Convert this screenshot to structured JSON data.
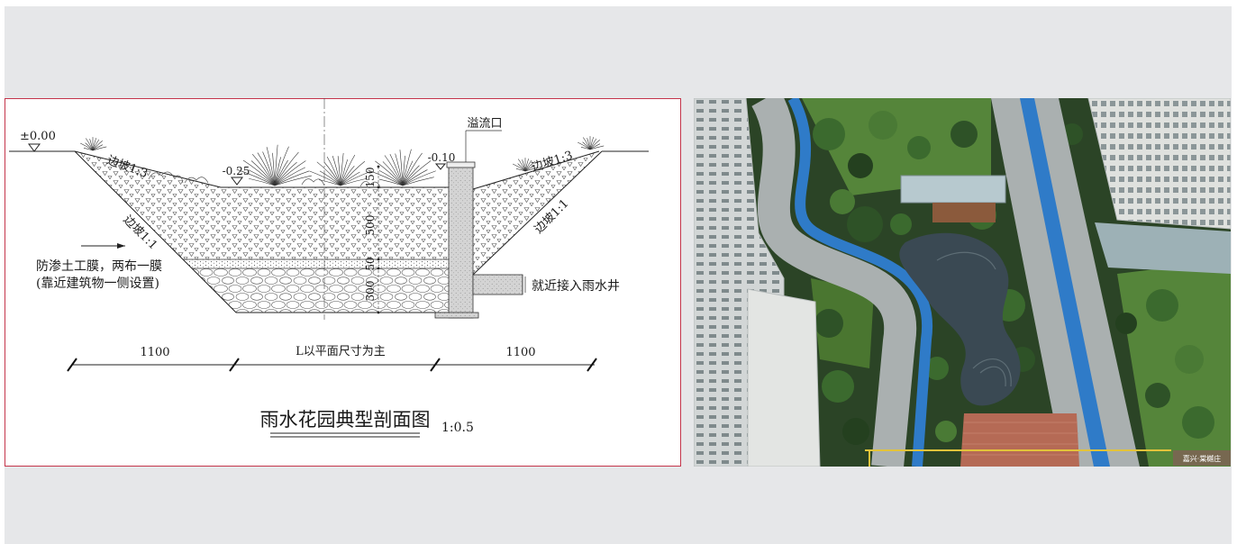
{
  "drawing": {
    "title": "雨水花园典型剖面图",
    "scale": "1:0.5",
    "ground_level": "±0.00",
    "planting_level": "-0.25",
    "overflow_level": "-0.10",
    "overflow_label": "溢流口",
    "slope_upper_left": "边坡1:3",
    "slope_upper_right": "边坡1:3",
    "slope_lower_left": "边坡1:1",
    "slope_lower_right": "边坡1:1",
    "depths": {
      "ponding": "150",
      "soil": "500",
      "sand": "50",
      "gravel": "300"
    },
    "membrane_note_line1": "防渗土工膜，两布一膜",
    "membrane_note_line2": "(靠近建筑物一侧设置)",
    "outlet_note": "就近接入雨水井",
    "widths": {
      "left": "1100",
      "middle": "L以平面尺寸为主",
      "right": "1100"
    }
  },
  "photo": {
    "caption": "嘉兴·棠樾庄"
  },
  "colors": {
    "page_background": "#e6e7e9",
    "frame_border": "#c4354b",
    "track_blue": "#2f7bc8",
    "paving": "#aab0b0",
    "lawn": "#55853a",
    "foliage": "#2b4426",
    "water": "#3a4953",
    "platform": "#b56a55",
    "building": "#d8dbda",
    "glass": "#9db1b6",
    "caption_bg": "#7b6553"
  }
}
